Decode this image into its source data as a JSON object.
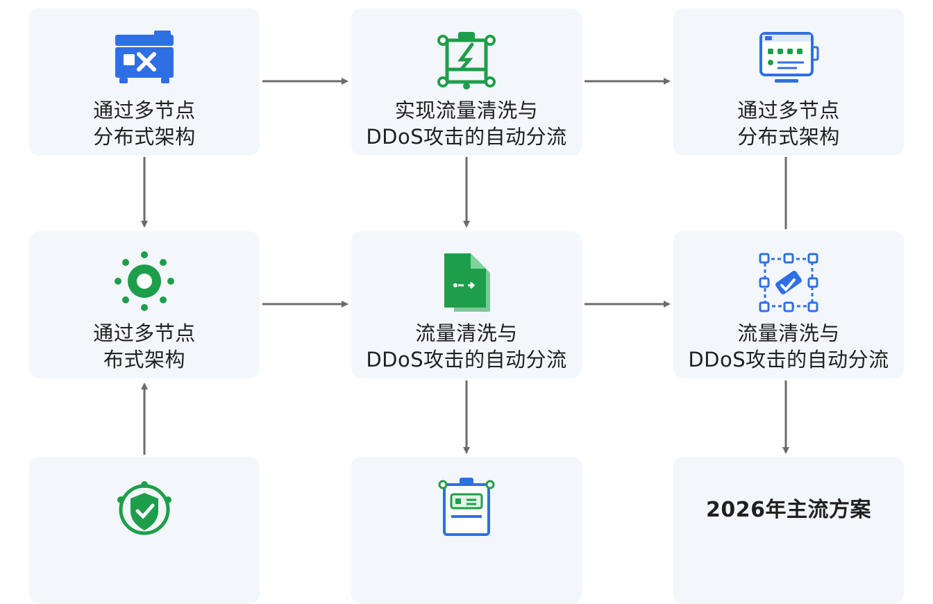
{
  "nodes": {
    "n1": {
      "line1": "通过多节点",
      "line2": "分布式架构"
    },
    "n2": {
      "line1": "实现流量清洗与",
      "line2": "DDoS攻击的自动分流"
    },
    "n3": {
      "line1": "通过多节点",
      "line2": "分布式架构"
    },
    "n4": {
      "line1": "通过多节点",
      "line2": "布式架构"
    },
    "n5": {
      "line1": "流量清洗与",
      "line2": "DDoS攻击的自动分流"
    },
    "n6": {
      "line1": "流量清洗与",
      "line2": "DDoS攻击的自动分流"
    },
    "n9": {
      "line1": "2026年主流方案"
    }
  },
  "icons": {
    "n1": "server-x-icon",
    "n2": "network-node-icon",
    "n3": "monitor-dashboard-icon",
    "n4": "sun-gear-icon",
    "n5": "document-stack-icon",
    "n6": "selection-check-icon",
    "n7": "shield-check-icon",
    "n8": "circuit-board-icon"
  },
  "colors": {
    "card_bg": "#f3f6fb",
    "arrow": "#6b6b6b",
    "blue": "#2f6fe4",
    "green": "#1e9e4a",
    "text": "#1f1f1f"
  }
}
